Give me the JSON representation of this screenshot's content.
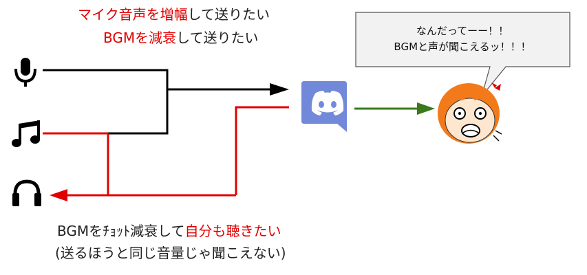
{
  "title": {
    "line1_red": "マイク音声を増幅",
    "line1_black": "して送りたい",
    "line2_red": "BGMを減衰",
    "line2_black": "して送りたい"
  },
  "bottom": {
    "line1_black": "BGMをﾁｮｯﾄ減衰して",
    "line1_red": "自分も聴きたい",
    "line2": "(送るほうと同じ音量じゃ聞こえない)"
  },
  "bubble": {
    "line1": "なんだってーー！！",
    "line2": "BGMと声が聞こえるッ！！！"
  },
  "icons": {
    "microphone": "microphone-icon",
    "music": "music-note-icon",
    "headphones": "headphones-icon",
    "discord": "discord-icon",
    "character": "surprised-character-icon"
  },
  "colors": {
    "black_line": "#000000",
    "red_line": "#e00000",
    "green_line": "#3a7a1a",
    "discord": "#7289da",
    "bubble_fill": "#f2f2f2",
    "hair": "#f37a1a"
  }
}
